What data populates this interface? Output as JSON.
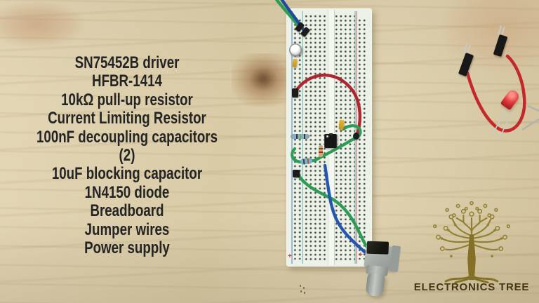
{
  "overlay": {
    "component_list": [
      "SN75452B driver",
      "HFBR-1414",
      "10kΩ pull-up resistor",
      "Current Limiting Resistor",
      "100nF decoupling capacitors (2)",
      "10uF blocking capacitor",
      "1N4150 diode",
      "Breadboard",
      "Jumper wires",
      "Power supply"
    ]
  },
  "breadboard": {
    "plus_mark": "+"
  },
  "watermark": {
    "brand_text": "ELECTRONICS TREE"
  },
  "colors": {
    "wood_base": "#dccfae",
    "overlay_text": "#242424",
    "breadboard_body": "#edf2e9",
    "wire_green": "#2d9c55",
    "wire_blue": "#23499b",
    "wire_red": "#c5282c",
    "led_red": "#d92c30",
    "logo_gold": "#907c2c",
    "logo_text": "#443711"
  }
}
